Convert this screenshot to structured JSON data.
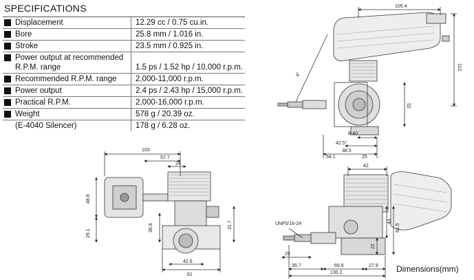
{
  "title": "SPECIFICATIONS",
  "specs": [
    {
      "label": "Displacement",
      "value": "12.29 cc / 0.75 cu.in.",
      "bullet": true
    },
    {
      "label": "Bore",
      "value": "25.8 mm / 1.016 in.",
      "bullet": true
    },
    {
      "label": "Stroke",
      "value": "23.5 mm / 0.925 in.",
      "bullet": true
    },
    {
      "label": "Power output at recommended R.P.M. range",
      "value": "1.5 ps / 1.52 hp / 10,000 r.p.m.",
      "bullet": true
    },
    {
      "label": "Recommended R.P.M. range",
      "value": "2,000-11,000 r.p.m.",
      "bullet": true
    },
    {
      "label": "Power output",
      "value": "2.4 ps / 2.43 hp / 15,000 r.p.m.",
      "bullet": true
    },
    {
      "label": "Practical R.P.M.",
      "value": "2,000-16,000 r.p.m.",
      "bullet": true
    },
    {
      "label": "Weight",
      "value": "578 g / 20.39 oz.",
      "bullet": true
    },
    {
      "label": "(E-4040 Silencer)",
      "value": "178 g / 6.28 oz.",
      "bullet": false
    }
  ],
  "dims": {
    "d105_4": "105.4",
    "d112": "112",
    "d4": "4°",
    "d52": "52",
    "d42_5": "42.5°",
    "d38_5": "38.5",
    "d54_1": "54.1",
    "d25a": "25",
    "d8_40": "8-40",
    "d103": "103",
    "d57_7": "57.7",
    "d24": "24",
    "d48_8": "48.8",
    "d29_1": "29.1",
    "d36_8": "36.8",
    "d31_7": "31.7",
    "d42_6": "42.6",
    "d61": "61",
    "d42": "42",
    "d43": "43",
    "d81_5": "81.5",
    "d22": "22",
    "unf": "UNF5/16-24",
    "d25b": "25",
    "d35_7": "35.7",
    "d66_6": "66.6",
    "d27_9": "27.9",
    "d130_2": "130.2"
  },
  "caption": "Dimensions(mm)"
}
